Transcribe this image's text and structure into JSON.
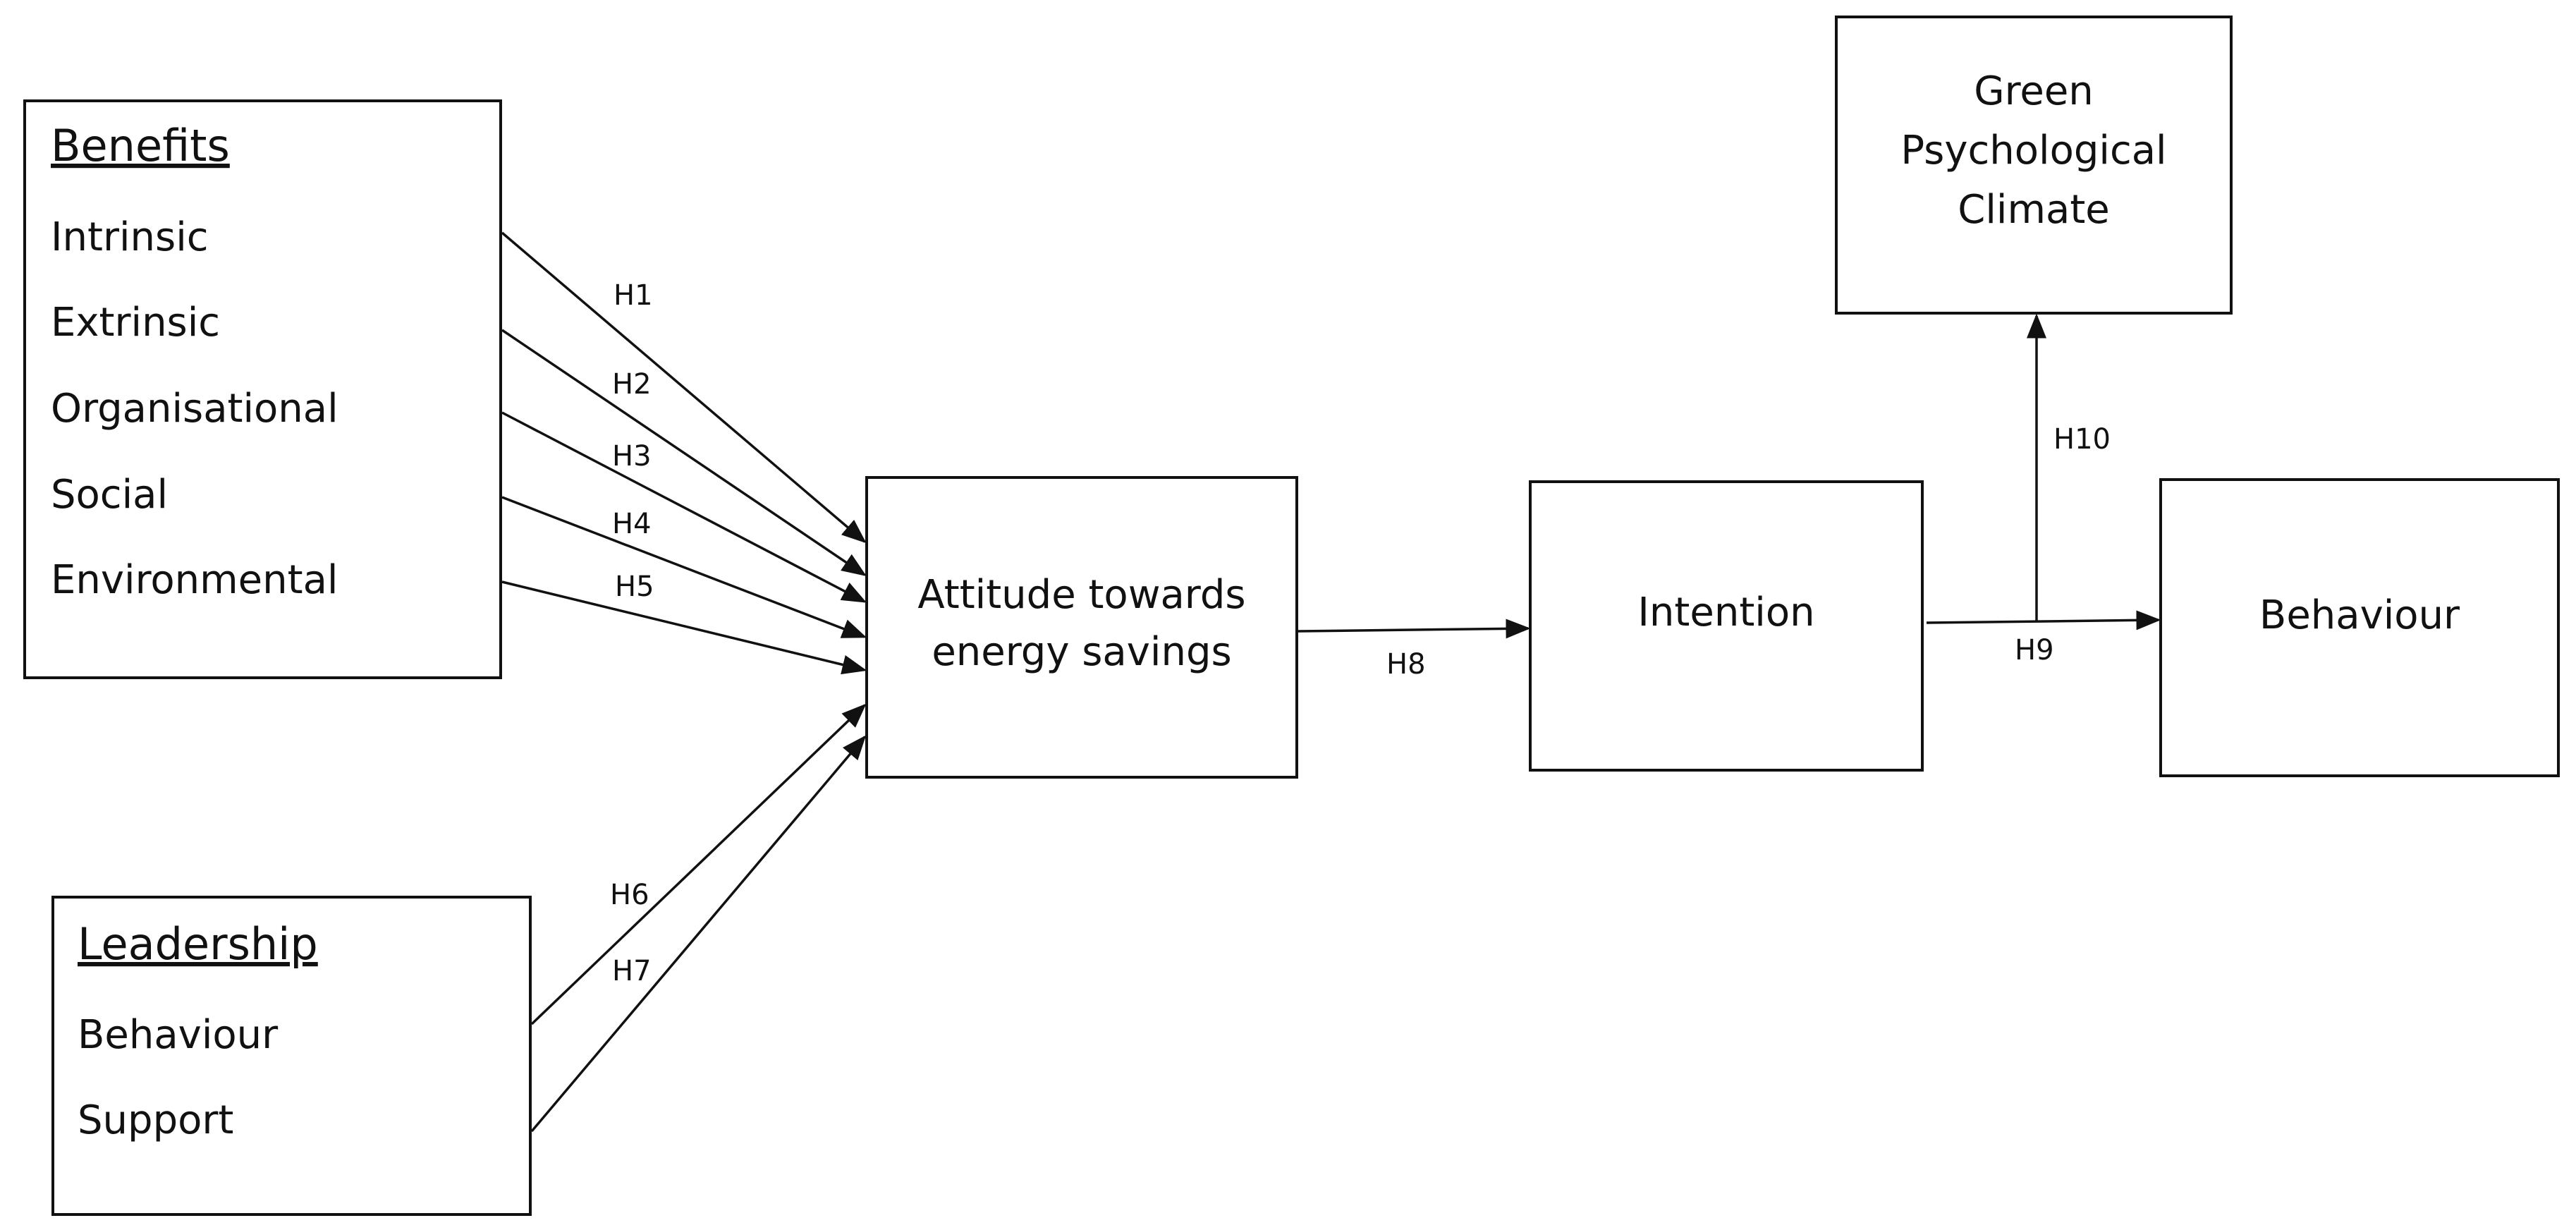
{
  "benefits": {
    "title": "Benefits",
    "items": [
      "Intrinsic",
      "Extrinsic",
      "Organisational",
      "Social",
      "Environmental"
    ]
  },
  "leadership": {
    "title": "Leadership",
    "items": [
      "Behaviour",
      "Support"
    ]
  },
  "nodes": {
    "attitude": [
      "Attitude towards",
      "energy savings"
    ],
    "intention": "Intention",
    "behaviour": "Behaviour",
    "climate": [
      "Green",
      "Psychological",
      "Climate"
    ]
  },
  "hypotheses": {
    "h1": "H1",
    "h2": "H2",
    "h3": "H3",
    "h4": "H4",
    "h5": "H5",
    "h6": "H6",
    "h7": "H7",
    "h8": "H8",
    "h9": "H9",
    "h10": "H10"
  },
  "colors": {
    "line": "#111111",
    "background": "#ffffff"
  }
}
